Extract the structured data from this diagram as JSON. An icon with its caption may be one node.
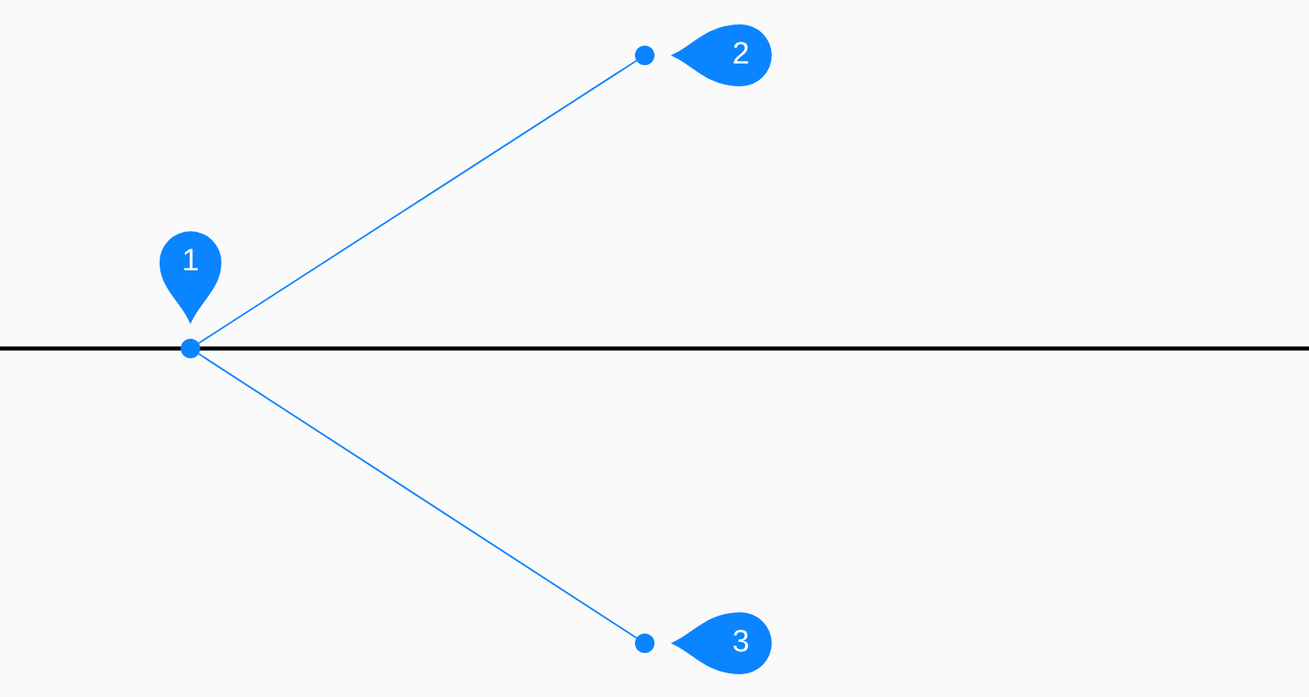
{
  "diagram": {
    "nodes": [
      {
        "text": [],
        "shape": "circle"
      },
      {
        "text": [],
        "shape": "circle"
      },
      {
        "text": [],
        "shape": "circle"
      },
      {
        "text": [
          "1"
        ]
      },
      {
        "text": [
          "2"
        ]
      },
      {
        "text": [
          "3"
        ]
      }
    ],
    "edges": [
      {
        "from": 0,
        "to": 1,
        "arrow": "none"
      },
      {
        "from": 0,
        "to": 2,
        "arrow": "none"
      }
    ]
  }
}
